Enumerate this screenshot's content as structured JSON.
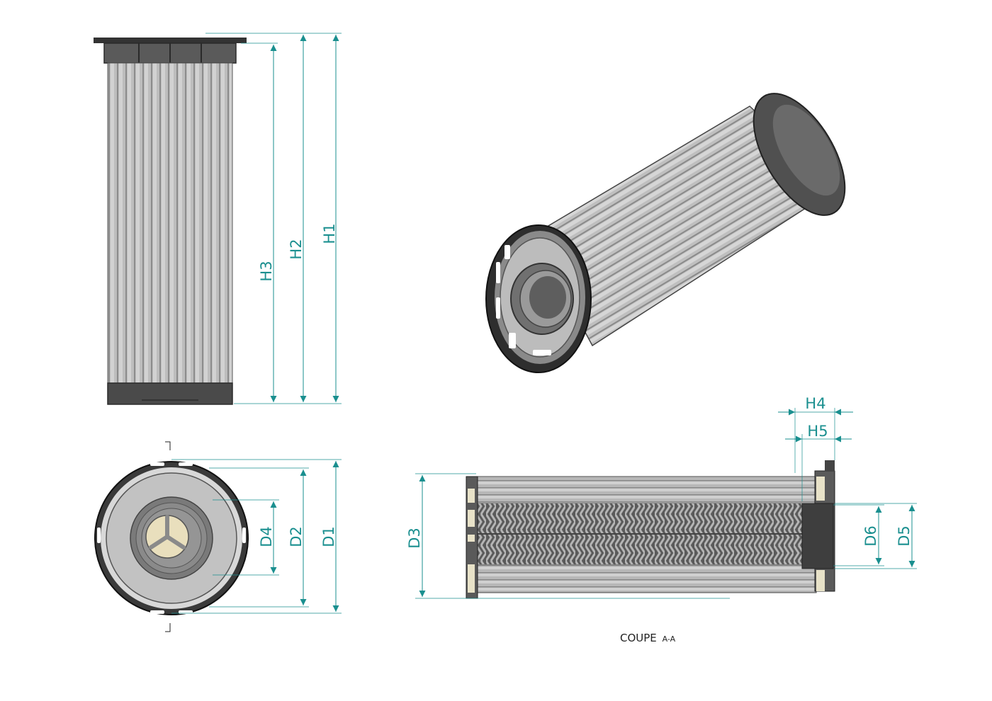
{
  "colors": {
    "dimension": "#1a8f8f",
    "body_dark": "#3a3a3a",
    "pleat_light": "#c9c9c9",
    "pleat_dark": "#8f8f8f",
    "seal": "#e8e2c8"
  },
  "dimensions": {
    "h1": "H1",
    "h2": "H2",
    "h3": "H3",
    "h4": "H4",
    "h5": "H5",
    "d1": "D1",
    "d2": "D2",
    "d3": "D3",
    "d4": "D4",
    "d5": "D5",
    "d6": "D6"
  },
  "section": {
    "caption": "COUPE",
    "suffix": "A-A"
  }
}
